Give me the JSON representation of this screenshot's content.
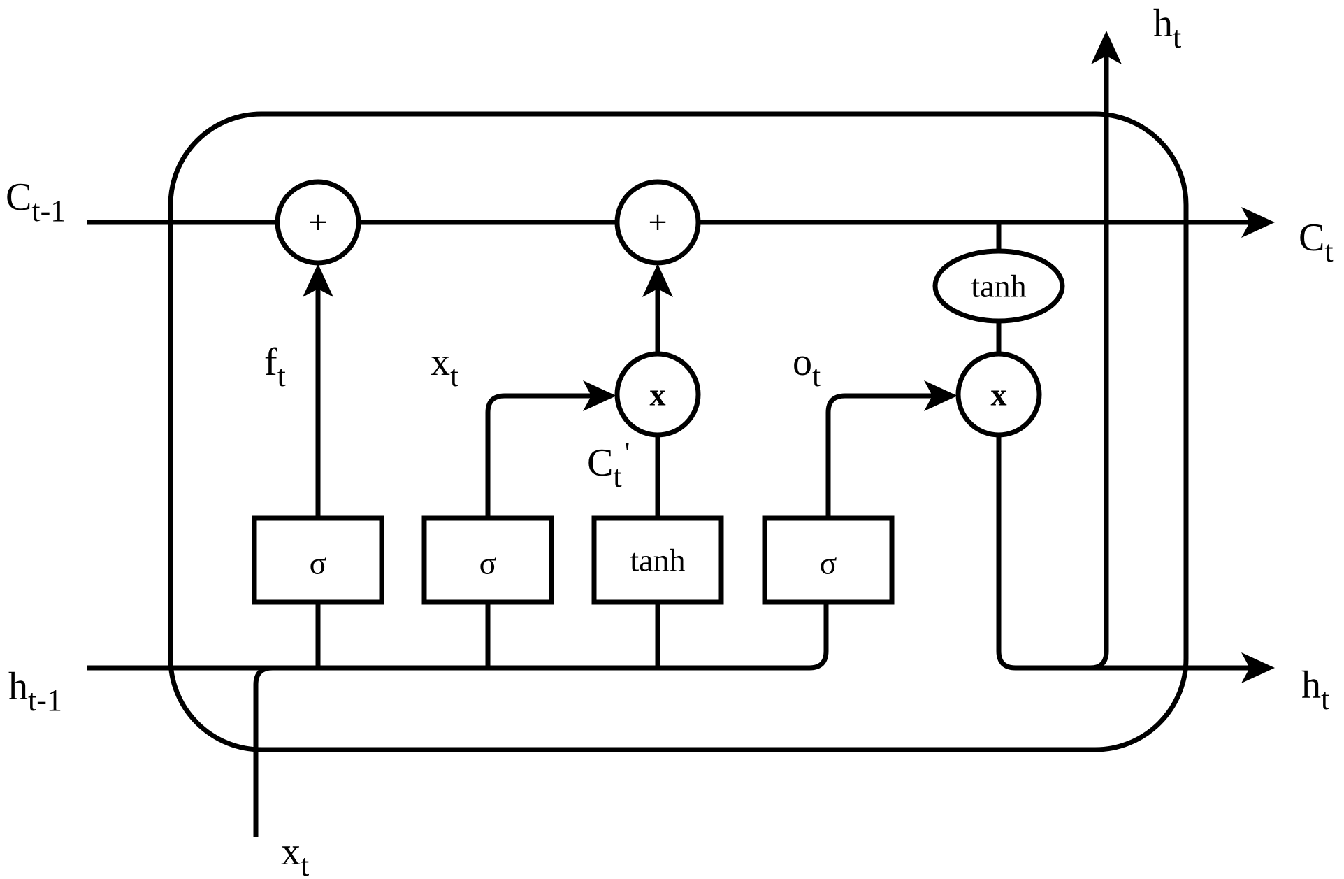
{
  "labels": {
    "c_prev": {
      "base": "C",
      "sub": "t-1"
    },
    "h_prev": {
      "base": "h",
      "sub": "t-1"
    },
    "c_out": {
      "base": "C",
      "sub": "t"
    },
    "h_out_right": {
      "base": "h",
      "sub": "t"
    },
    "h_out_top": {
      "base": "h",
      "sub": "t"
    },
    "x_in": {
      "base": "x",
      "sub": "t"
    },
    "f_gate": {
      "base": "f",
      "sub": "t"
    },
    "i_gate": {
      "base": "x",
      "sub": "t"
    },
    "c_cand": {
      "base": "C",
      "sub": "t",
      "prime": "'"
    },
    "o_gate": {
      "base": "o",
      "sub": "t"
    }
  },
  "operators": {
    "forget_add": "+",
    "input_add": "+",
    "input_mul": "x",
    "output_mul": "x"
  },
  "gates": {
    "forget": "σ",
    "input": "σ",
    "candidate": "tanh",
    "output": "σ",
    "cell_tanh": "tanh"
  }
}
